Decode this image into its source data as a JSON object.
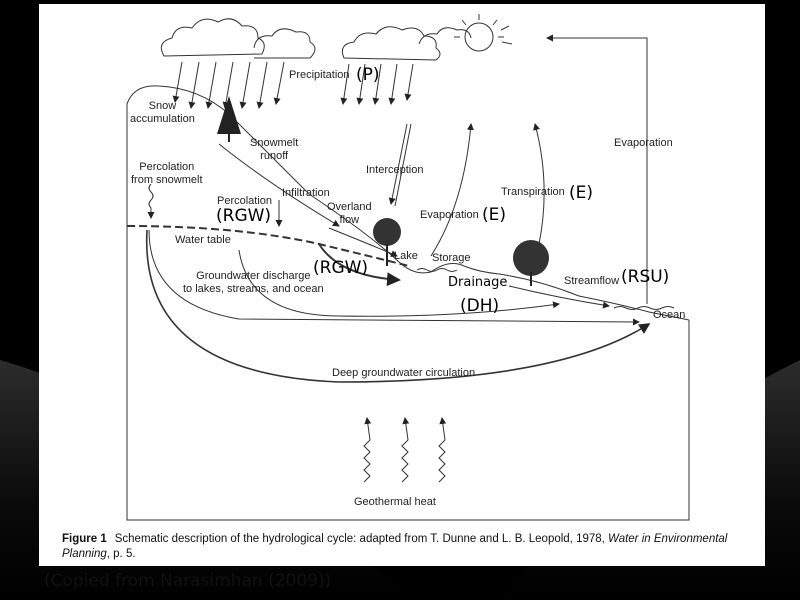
{
  "diagram": {
    "labels": {
      "precipitation": "Precipitation",
      "snow_accumulation": "Snow\naccumulation",
      "snowmelt_runoff": "Snowmelt\nrunoff",
      "percolation_snowmelt": "Percolation\nfrom snowmelt",
      "infiltration": "Infiltration",
      "percolation": "Percolation",
      "overland_flow": "Overland\nflow",
      "interception": "Interception",
      "transpiration": "Transpiration",
      "evaporation_right": "Evaporation",
      "evaporation_mid": "Evaporation",
      "water_table": "Water table",
      "lake": "Lake",
      "storage": "Storage",
      "groundwater_discharge": "Groundwater discharge\nto lakes, streams, and ocean",
      "streamflow": "Streamflow",
      "ocean": "Ocean",
      "deep_groundwater": "Deep groundwater circulation",
      "geothermal": "Geothermal heat"
    },
    "annotations": {
      "p": "(P)",
      "e_transpiration": "(E)",
      "e_evaporation": "(E)",
      "rgw_percolation": "(RGW)",
      "rgw_overland": "(RGW)",
      "drainage": "Drainage",
      "dh": "(DH)",
      "rsu": "(RSU)"
    }
  },
  "caption": {
    "figure_label": "Figure 1",
    "text_before": "Schematic description of the hydrological cycle: adapted from T. Dunne and L. B. Leopold, 1978, ",
    "italic": "Water in Environmental Planning",
    "text_after": ", p. 5."
  },
  "credit": "(Copied from Narasimhan (2009))"
}
